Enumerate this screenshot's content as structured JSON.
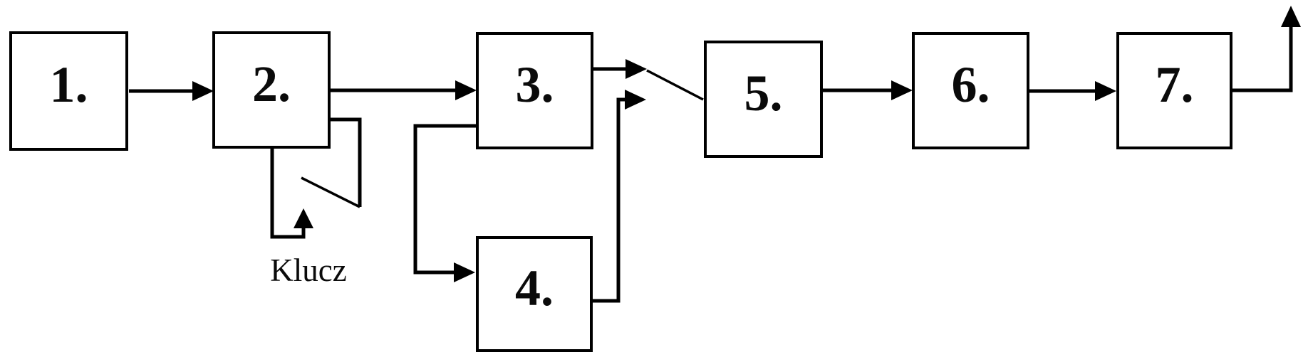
{
  "diagram": {
    "colors": {
      "background": "#ffffff",
      "line": "#000000",
      "text": "#0a0a0a"
    },
    "blocks": [
      {
        "id": "1",
        "label": "1."
      },
      {
        "id": "2",
        "label": "2."
      },
      {
        "id": "3",
        "label": "3."
      },
      {
        "id": "4",
        "label": "4."
      },
      {
        "id": "5",
        "label": "5."
      },
      {
        "id": "6",
        "label": "6."
      },
      {
        "id": "7",
        "label": "7."
      }
    ],
    "key_annotation": {
      "label": "Klucz"
    },
    "connections": [
      {
        "from": "1",
        "to": "2",
        "type": "arrow"
      },
      {
        "from": "2",
        "to": "3",
        "type": "arrow"
      },
      {
        "from": "3",
        "to": "selector-switch",
        "type": "arrow"
      },
      {
        "from": "3",
        "to": "4",
        "type": "arrow"
      },
      {
        "from": "4",
        "to": "selector-switch",
        "type": "arrow"
      },
      {
        "from": "selector-switch",
        "to": "5",
        "type": "switch-blade"
      },
      {
        "from": "5",
        "to": "6",
        "type": "arrow"
      },
      {
        "from": "6",
        "to": "7",
        "type": "arrow"
      },
      {
        "from": "7",
        "to": "output-up",
        "type": "arrow"
      },
      {
        "from": "2",
        "to": "key-switch",
        "type": "switch-blade"
      },
      {
        "from": "key",
        "to": "key-switch",
        "type": "arrow"
      }
    ]
  }
}
